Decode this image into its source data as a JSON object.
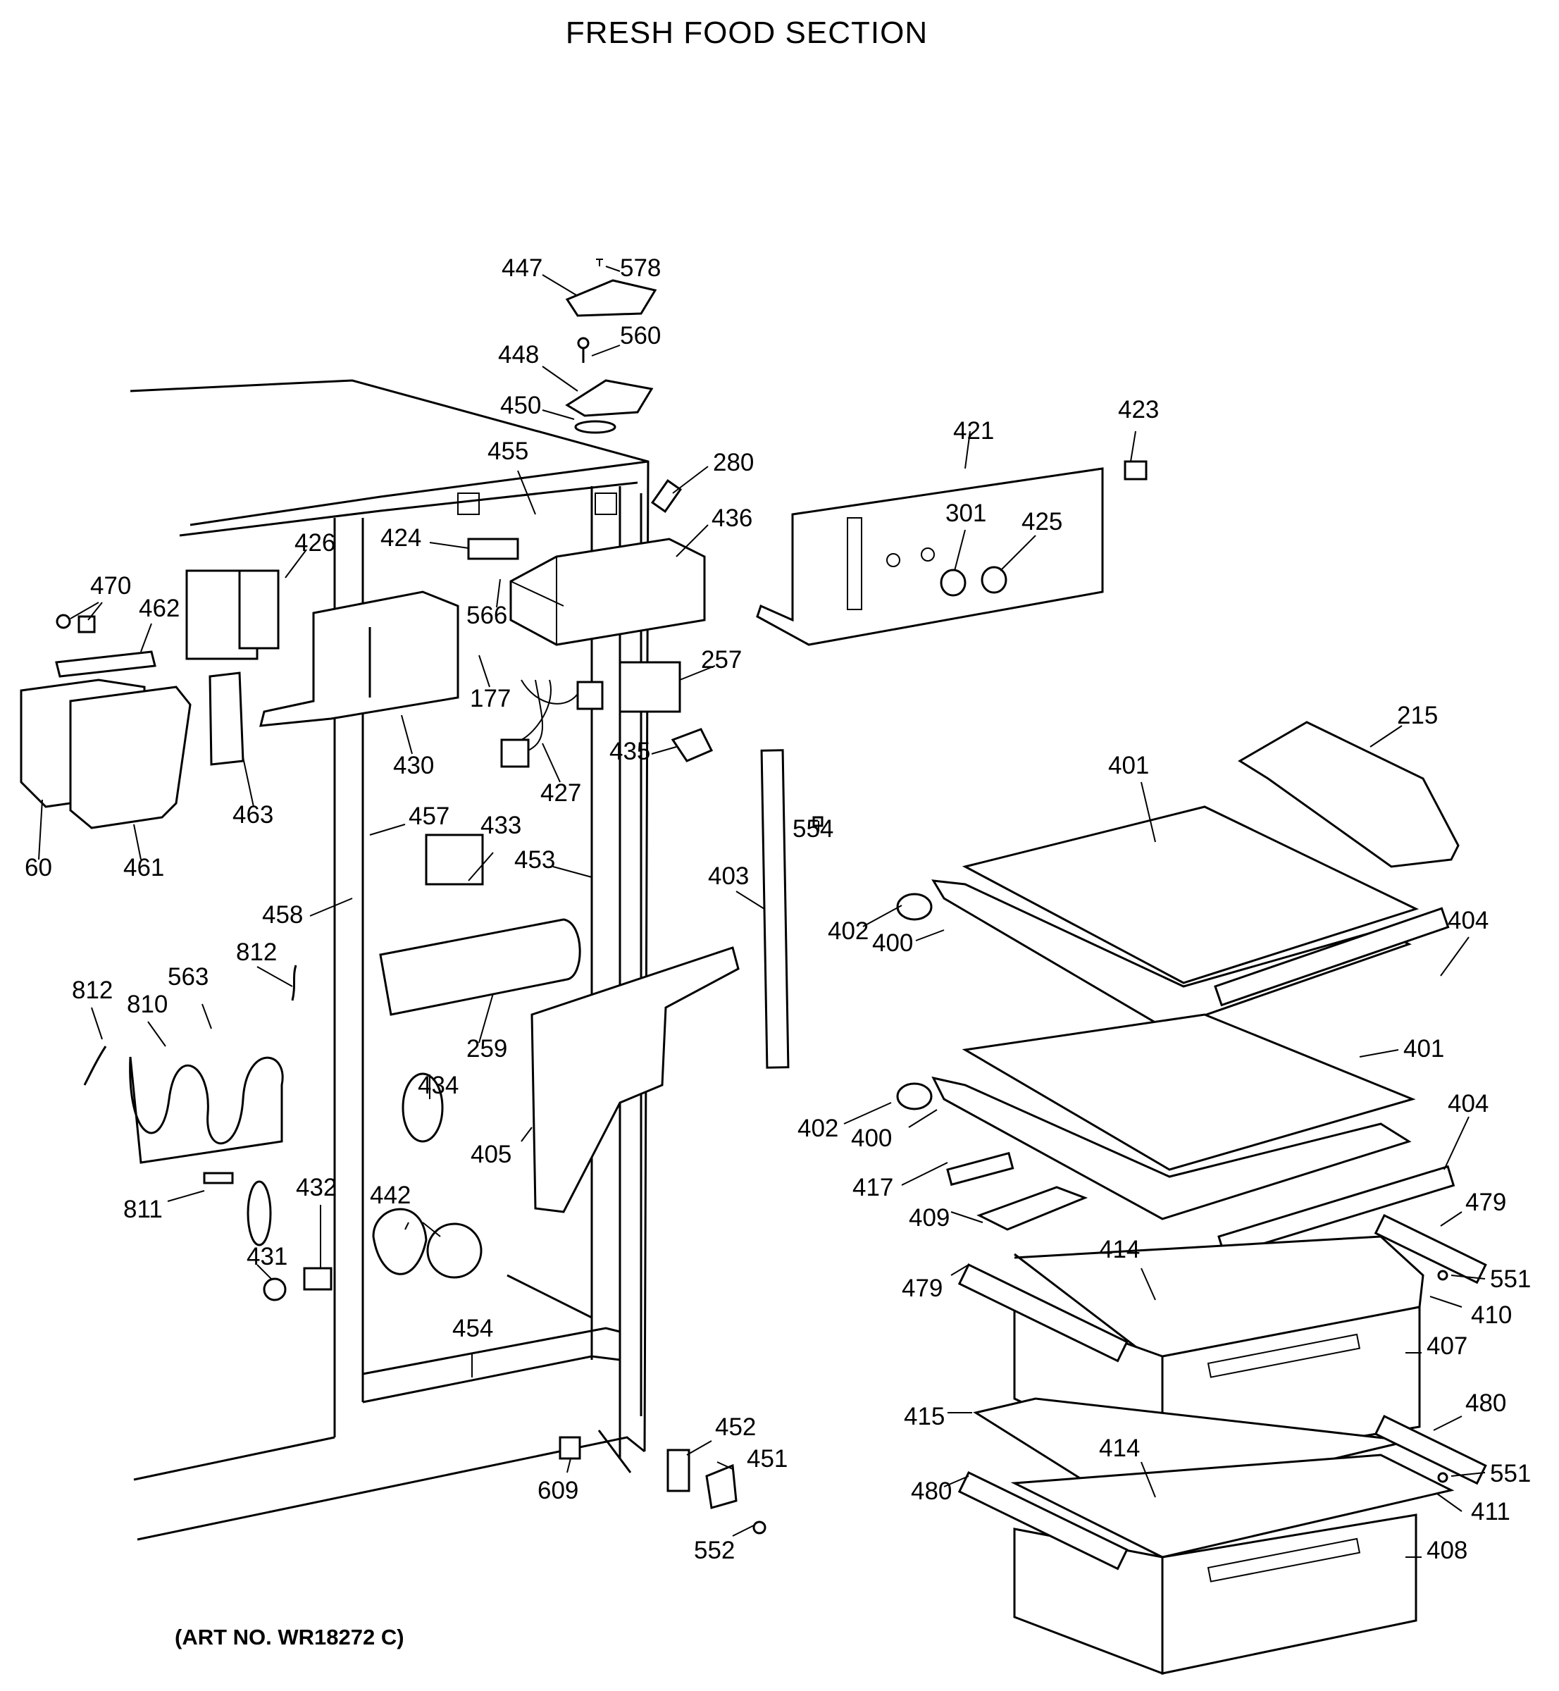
{
  "title": "FRESH FOOD SECTION",
  "art_number": "(ART NO. WR18272 C)",
  "part_labels": [
    "447",
    "578",
    "448",
    "560",
    "450",
    "280",
    "455",
    "423",
    "421",
    "426",
    "424",
    "436",
    "301",
    "425",
    "470",
    "462",
    "566",
    "177",
    "257",
    "430",
    "427",
    "215",
    "435",
    "60",
    "461",
    "463",
    "457",
    "433",
    "554",
    "401",
    "453",
    "403",
    "458",
    "812",
    "402",
    "400",
    "404",
    "563",
    "812",
    "810",
    "259",
    "401",
    "434",
    "402",
    "400",
    "404",
    "405",
    "432",
    "417",
    "479",
    "811",
    "442",
    "409",
    "431",
    "414",
    "551",
    "479",
    "410",
    "454",
    "407",
    "480",
    "415",
    "452",
    "414",
    "551",
    "451",
    "609",
    "480",
    "411",
    "552",
    "408"
  ]
}
